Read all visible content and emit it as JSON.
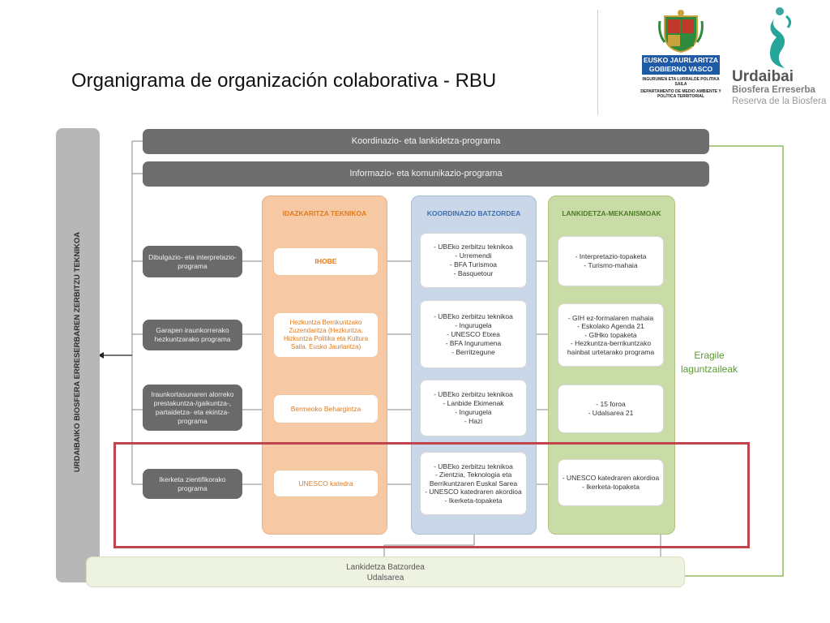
{
  "title": "Organigrama de organización colaborativa - RBU",
  "logos": {
    "gv_bar1": "EUSKO JAURLARITZA",
    "gv_bar2": "GOBIERNO VASCO",
    "gv_sub1": "INGURUMEN ETA LURRALDE POLITIKA SAILA",
    "gv_sub2": "DEPARTAMENTO DE MEDIO AMBIENTE Y POLÍTICA TERRITORIAL",
    "urdaibai_name": "Urdaibai",
    "urdaibai_line2": "Biosfera Erreserba",
    "urdaibai_line3": "Reserva de la Biosfera"
  },
  "vertical_bar": "URDAIBAIKO BIOSFERA ERRESERBAREN ZERBITZU TEKNIKOA",
  "banners": {
    "top1": "Koordinazio- eta lankidetza-programa",
    "top2": "Informazio- eta komunikazio-programa"
  },
  "columns": {
    "orange": "IDAZKARITZA TEKNIKOA",
    "blue": "KOORDINAZIO BATZORDEA",
    "green": "LANKIDETZA-MEKANISMOAK"
  },
  "rows": [
    {
      "program": "Dibulgazio- eta interpretazio-programa",
      "orange": "IHOBE",
      "blue": "- UBEko zerbitzu teknikoa\n- Urremendi\n- BFA Turismoa\n- Basquetour",
      "green": "- Interpretazio-topaketa\n- Turismo-mahaia"
    },
    {
      "program": "Garapen iraunkorrerako hezkuntzarako programa",
      "orange": "Hezkuntza Berrikuntzako Zuzendaritza (Hezkuntza, Hizkuntza Politika eta Kultura Saila. Eusko Jaurlaritza)",
      "blue": "- UBEko zerbitzu teknikoa\n- Ingurugela\n- UNESCO Etxea\n- BFA Ingurumena\n- Berritzegune",
      "green": "- GIH ez-formalaren mahaia\n- Eskolako Agenda 21\n- GIHko topaketa\n- Hezkuntza-berrikuntzako hainbat urtetarako programa"
    },
    {
      "program": "Iraunkortasunaren alorreko prestakuntza-/gaikuntza-, partaidetza- eta ekintza-programa",
      "orange": "Bermeoko Behargintza",
      "blue": "- UBEko zerbitzu teknikoa\n- Lanbide Ekimenak\n- Ingurugela\n- Hazi",
      "green": "- 15 foroa\n- Udalsarea 21"
    },
    {
      "program": "Ikerketa zientifikorako programa",
      "orange": "UNESCO katedra",
      "blue": "- UBEko zerbitzu teknikoa\n- Zientzia, Teknologia eta Berrikuntzaren Euskal Sarea\n- UNESCO katedraren akordioa\n- Ikerketa-topaketa",
      "green": "- UNESCO katedraren akordioa\n- Ikerketa-topaketa"
    }
  ],
  "bottom": {
    "line1": "Lankidetza Batzordea",
    "line2": "Udalsarea"
  },
  "side_label": "Eragile laguntzaileak",
  "colors": {
    "dark_box": "#6a6a6a",
    "orange_col": "#f6c9a4",
    "blue_col": "#c9d7e8",
    "green_col": "#c9dba6",
    "highlight": "#c0444d",
    "green_text": "#5a9a2e"
  }
}
